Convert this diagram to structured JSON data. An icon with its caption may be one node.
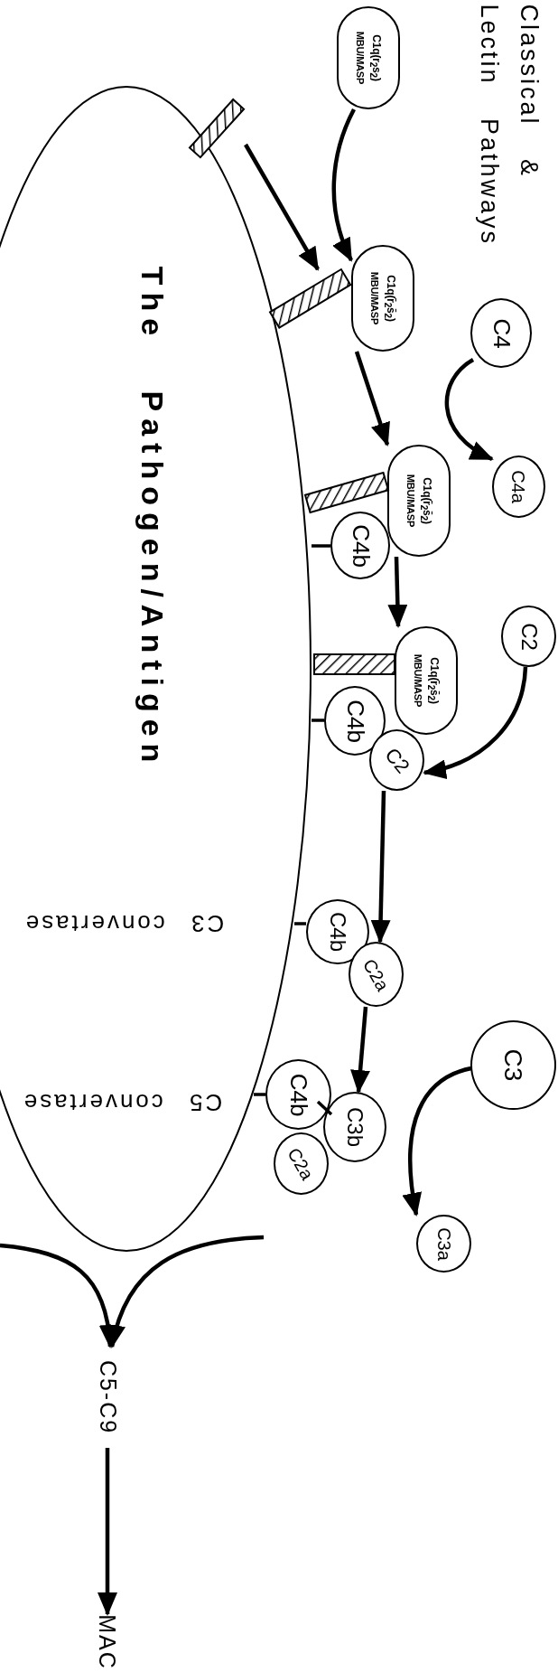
{
  "diagram": {
    "title": "Classical & Lectin Pathways",
    "nodes": [
      {
        "text": [
          "The Pathogen/Antigen"
        ]
      },
      {
        "text": [
          "C1q(r$_{2}$s$_{2}$)",
          "MBU/MASP"
        ]
      },
      {
        "text": [],
        "shape": "bar"
      },
      {
        "text": [
          "C1q(r̄$_{2}$s̄$_{2}$)",
          "MBU/MASP"
        ]
      },
      {
        "text": [],
        "shape": "bar"
      },
      {
        "text": [
          "C4"
        ]
      },
      {
        "text": [
          "C4a"
        ]
      },
      {
        "text": [
          "C1q(r̄$_{2}$s̄$_{2}$)",
          "MBU/MASP"
        ]
      },
      {
        "text": [],
        "shape": "bar"
      },
      {
        "text": [
          "C4b"
        ]
      },
      {
        "text": [
          "C2"
        ]
      },
      {
        "text": [
          "C1q(r̄$_{2}$s̄$_{2}$)",
          "MBU/MASP"
        ]
      },
      {
        "text": [],
        "shape": "bar"
      },
      {
        "text": [
          "C4b"
        ]
      },
      {
        "text": [
          "C2"
        ]
      },
      {
        "text": [
          "C4b"
        ]
      },
      {
        "text": [
          "C2a"
        ]
      },
      {
        "text": [
          "C3"
        ]
      },
      {
        "text": [
          "C3a"
        ]
      },
      {
        "text": [
          "C4b"
        ]
      },
      {
        "text": [
          "C3b"
        ]
      },
      {
        "text": [
          "C2a"
        ]
      },
      {
        "text": [
          "C5-C9"
        ]
      },
      {
        "text": [
          "MAC"
        ]
      }
    ],
    "edges": [
      {
        "from": 2,
        "to": 4,
        "arrow": "to"
      },
      {
        "from": 1,
        "to": 3,
        "arrow": "to"
      },
      {
        "from": 3,
        "to": 7,
        "arrow": "to"
      },
      {
        "from": 5,
        "to": 6,
        "arrow": "to"
      },
      {
        "from": 7,
        "to": 11,
        "arrow": "to"
      },
      {
        "from": 10,
        "to": 14,
        "arrow": "to"
      },
      {
        "from": 14,
        "to": 16,
        "arrow": "to"
      },
      {
        "from": 16,
        "to": 20,
        "arrow": "to"
      },
      {
        "from": 17,
        "to": 18,
        "arrow": "to"
      },
      {
        "from": null,
        "to": 22,
        "arrow": "to"
      },
      {
        "from": null,
        "to": 22,
        "arrow": "to"
      },
      {
        "from": 22,
        "to": 23,
        "arrow": "to"
      },
      {
        "from": 9,
        "to": 0,
        "arrow": "none"
      },
      {
        "from": 13,
        "to": 0,
        "arrow": "none"
      },
      {
        "from": 15,
        "to": 0,
        "arrow": "none"
      },
      {
        "from": 19,
        "to": 0,
        "arrow": "none"
      },
      {
        "from": 19,
        "to": 20,
        "arrow": "none"
      }
    ],
    "labels": [
      "C3 convertase",
      "C5 convertase"
    ]
  }
}
